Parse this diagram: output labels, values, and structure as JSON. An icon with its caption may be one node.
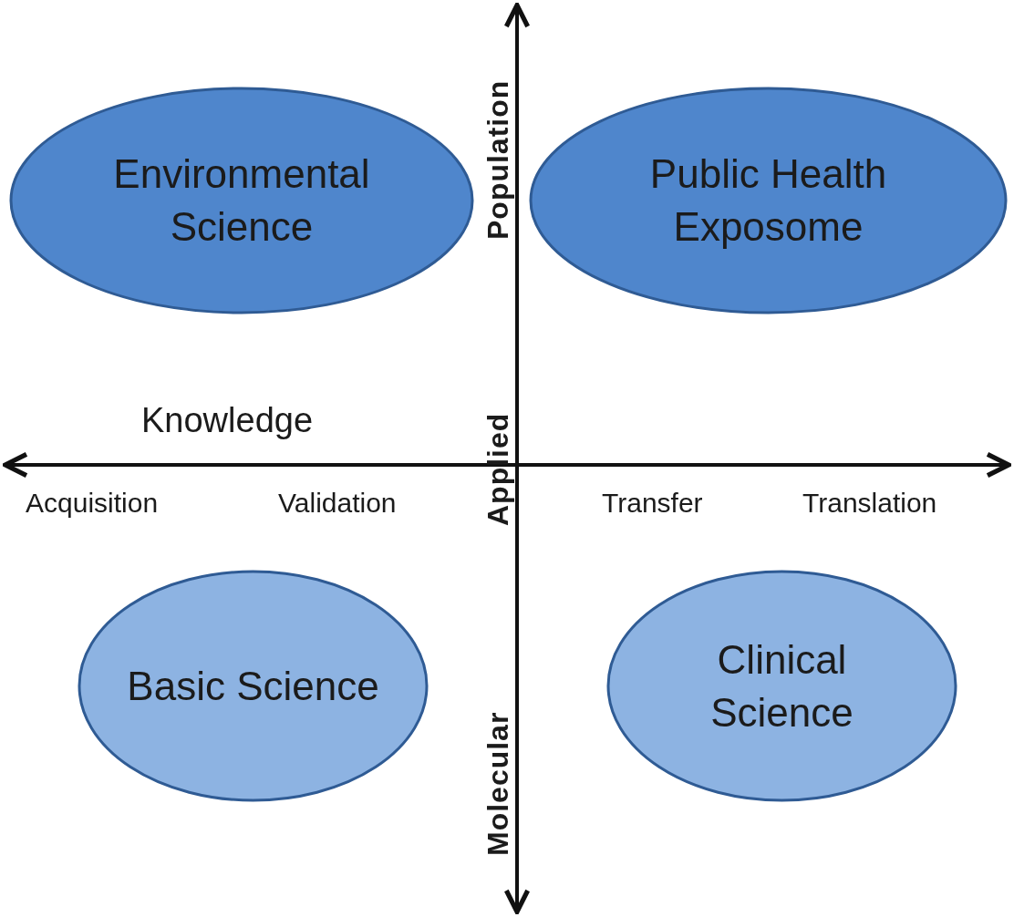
{
  "diagram": {
    "nodes": [
      {
        "text": [
          "Environmental Science"
        ]
      },
      {
        "text": [
          "Public Health Exposome"
        ]
      },
      {
        "text": [
          "Basic Science"
        ]
      },
      {
        "text": [
          "Clinical Science"
        ]
      }
    ],
    "edges": [],
    "labels": [
      "Population",
      "Knowledge",
      "Applied",
      "Acquisition",
      "Validation",
      "Transfer",
      "Translation",
      "Molecular"
    ]
  }
}
